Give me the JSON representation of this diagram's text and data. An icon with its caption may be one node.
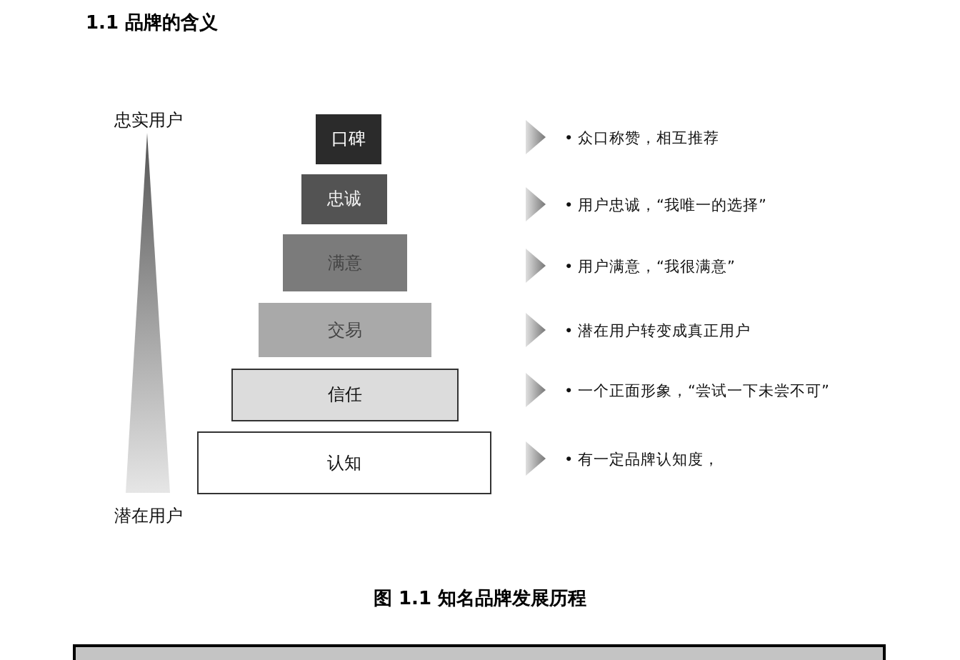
{
  "diagram": {
    "title": "1.1 品牌的含义",
    "caption": "图 1.1 知名品牌发展历程",
    "nodes": [
      {
        "text": [
          "口碑"
        ]
      },
      {
        "text": [
          "忠诚"
        ]
      },
      {
        "text": [
          "满意"
        ]
      },
      {
        "text": [
          "交易"
        ]
      },
      {
        "text": [
          "信任"
        ]
      },
      {
        "text": [
          "认知"
        ]
      }
    ],
    "edges": [],
    "labels": [
      "忠实用户",
      "• 众口称赞，相互推荐",
      "• 用户忠诚，“我唯一的选择”",
      "• 用户满意，“我很满意”",
      "• 潜在用户转变成真正用户",
      "• 一个正面形象，“尝试一下未尝不可”",
      "潜在用户",
      "• 有一定品牌认知度，"
    ]
  }
}
